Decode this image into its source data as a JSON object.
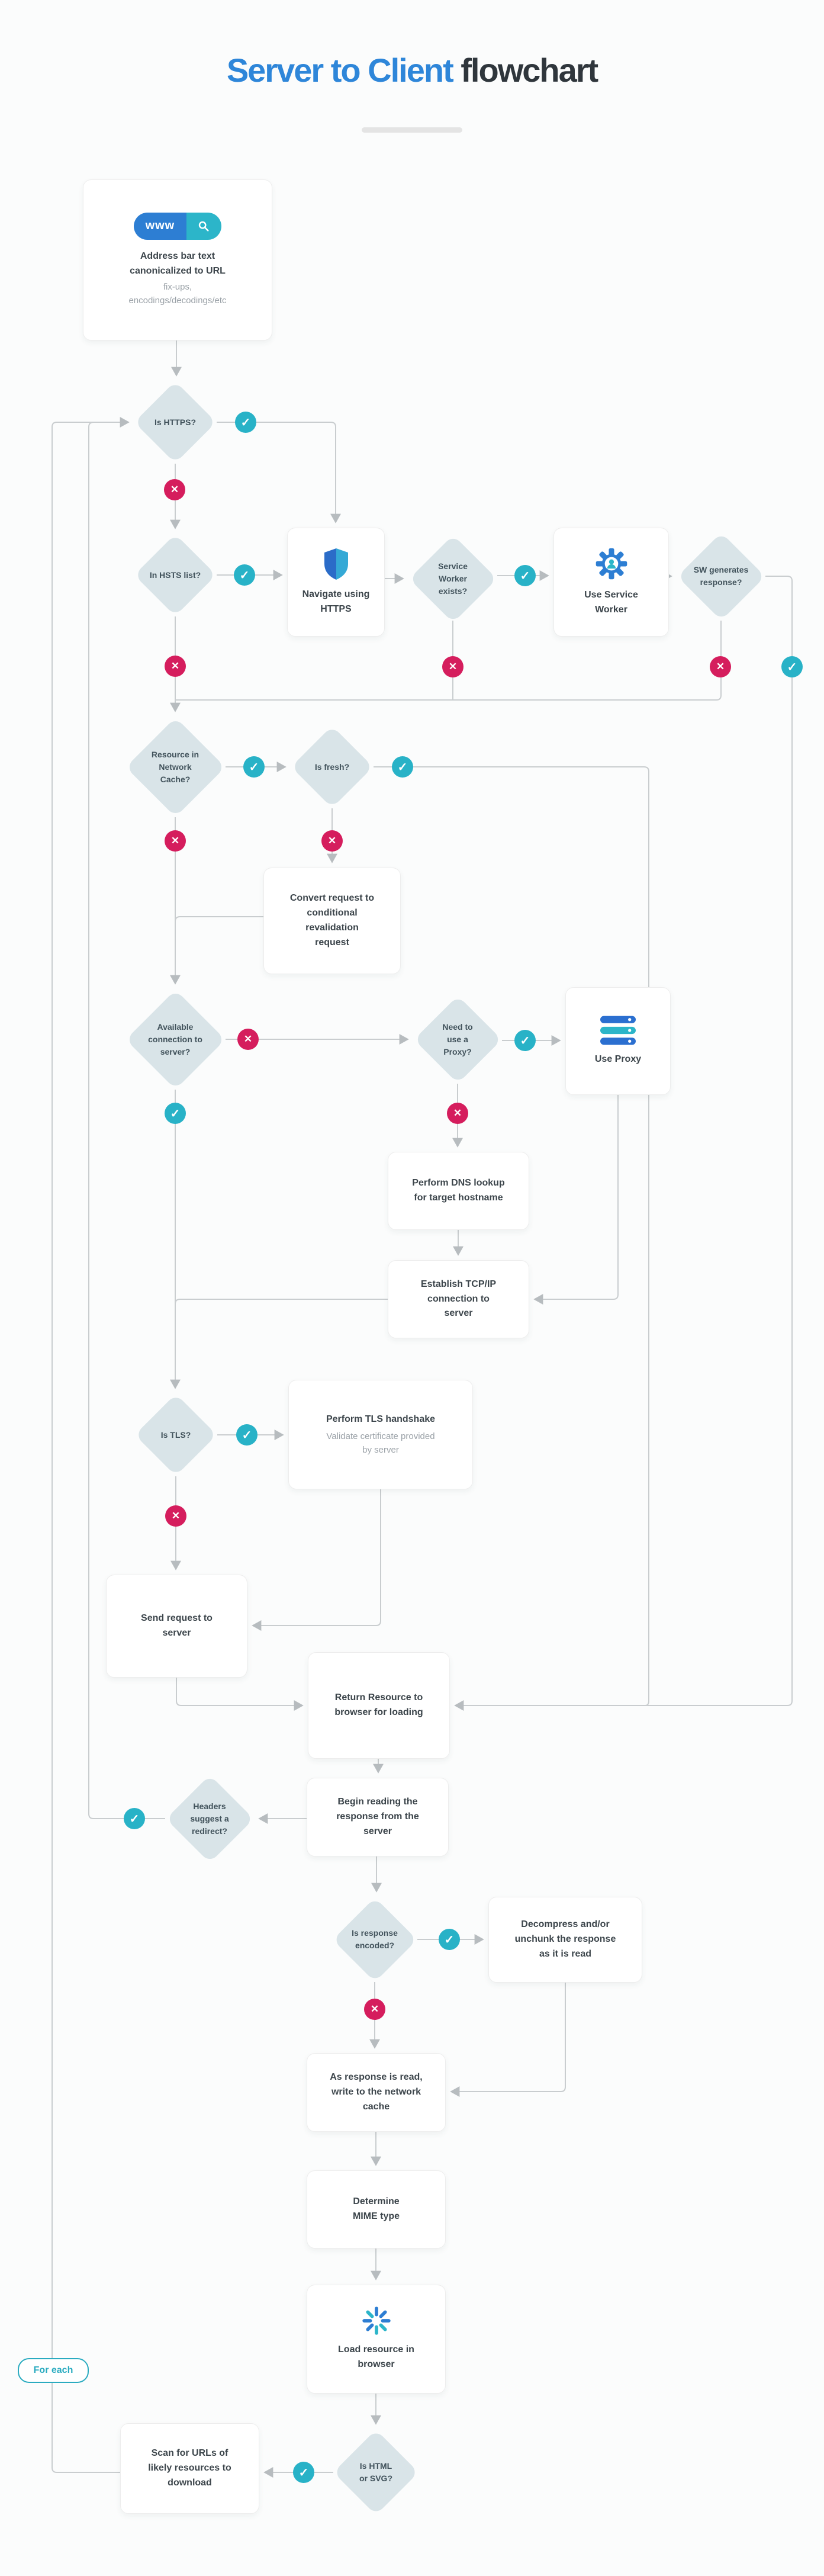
{
  "title": {
    "highlight": "Server to Client",
    "rest": " flowchart"
  },
  "colors": {
    "accent_blue": "#2d7ed3",
    "accent_teal": "#2cb5c9",
    "check_circle": "#28b2c7",
    "cross_circle": "#d51d5d",
    "diamond_fill": "#d9e4e8",
    "connector_line": "#c9cdcf",
    "title_blue": "#2e86d9",
    "title_dark": "#2f363c"
  },
  "icons": {
    "check": "✓",
    "cross": "✕",
    "www_label": "www",
    "search": "magnifier",
    "shield": "two-tone-shield",
    "gear": "gear-with-user",
    "server": "server-stack",
    "spinner": "loading-spinner"
  },
  "loop": {
    "label": "For each"
  },
  "nodes": {
    "start": {
      "label": "Address bar text canonicalized to URL",
      "sub": "fix-ups, encodings/decodings/etc"
    },
    "d_https": {
      "label": "Is HTTPS?"
    },
    "d_hsts": {
      "label": "In HSTS list?"
    },
    "navigate": {
      "label": "Navigate using HTTPS"
    },
    "d_sw_exists": {
      "label": "Service Worker exists?"
    },
    "use_sw": {
      "label": "Use Service Worker"
    },
    "d_sw_generates": {
      "label": "SW generates response?"
    },
    "d_cache": {
      "label": "Resource in Network Cache?"
    },
    "d_fresh": {
      "label": "Is fresh?"
    },
    "convert": {
      "label": "Convert request to conditional revalidation request"
    },
    "d_available": {
      "label": "Available connection to server?"
    },
    "d_proxy": {
      "label": "Need to use a Proxy?"
    },
    "use_proxy": {
      "label": "Use Proxy"
    },
    "dns": {
      "label": "Perform DNS lookup for target hostname"
    },
    "tcp": {
      "label": "Establish TCP/IP connection to server"
    },
    "d_tls": {
      "label": "Is TLS?"
    },
    "tls": {
      "label": "Perform TLS handshake",
      "sub": "Validate certificate provided by server"
    },
    "send": {
      "label": "Send request to server"
    },
    "return_res": {
      "label": "Return Resource to browser for loading"
    },
    "begin": {
      "label": "Begin reading the response from the server"
    },
    "d_redirect": {
      "label": "Headers suggest a redirect?"
    },
    "d_encoded": {
      "label": "Is response encoded?"
    },
    "decompress": {
      "label": "Decompress and/or unchunk the response as it is read"
    },
    "write_cache": {
      "label": "As response is read, write to the network cache"
    },
    "mime": {
      "label": "Determine MIME type"
    },
    "load": {
      "label": "Load resource in browser"
    },
    "d_html": {
      "label": "Is HTML or SVG?"
    },
    "scan": {
      "label": "Scan for URLs of likely resources to download"
    }
  }
}
